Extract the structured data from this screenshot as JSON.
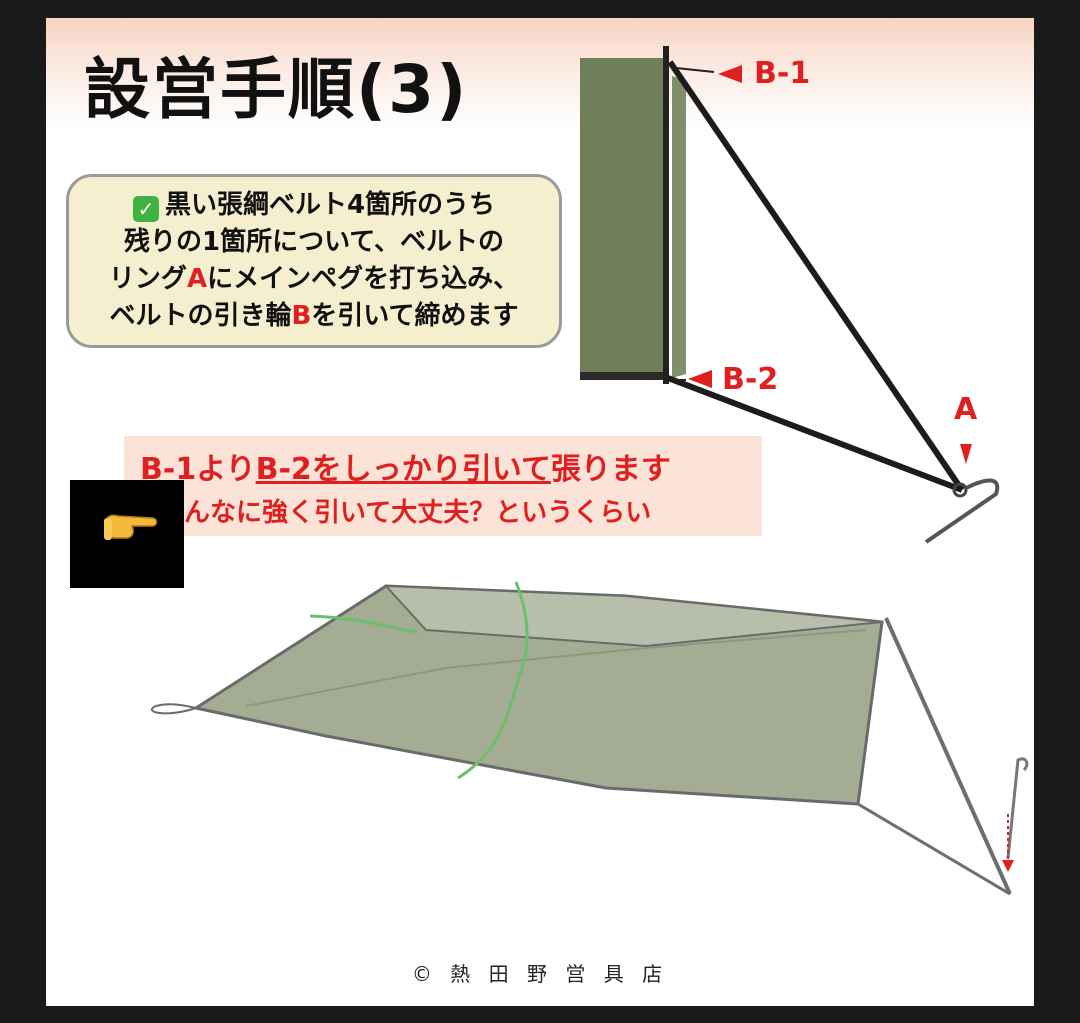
{
  "title": "設営手順(3)",
  "instruction": {
    "line1": "黒い張綱ベルト4箇所のうち",
    "line2": "残りの1箇所について、ベルトの",
    "line3_pre": "リング",
    "line3_a": "A",
    "line3_post": "にメインペグを打ち込み、",
    "line4_pre": "ベルトの引き輪",
    "line4_b": "B",
    "line4_post": "を引いて締めます",
    "icon": "check-mark-icon"
  },
  "labels": {
    "b1": "B-1",
    "b2": "B-2",
    "a": "A"
  },
  "tip": {
    "line1_pre": "B-1より",
    "line1_underlined": "B-2をしっかり引いて",
    "line1_post": "張ります",
    "line2": "んなに強く引いて大丈夫？というくらい",
    "icon": "pointing-hand-icon"
  },
  "copyright": "© 熱 田 野 営 具 店",
  "colors": {
    "accent_red": "#e02020",
    "tarp_green": "#6f7f5a",
    "tarp_light": "#a4ad94",
    "header_peach": "#f6d3c1",
    "box_cream": "#f6efcf"
  }
}
